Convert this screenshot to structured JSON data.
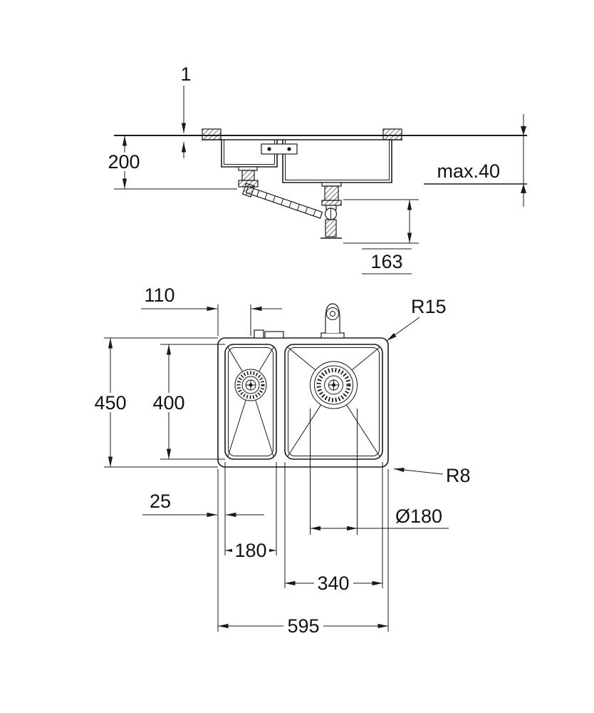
{
  "side_view": {
    "rim_thickness": "1",
    "bowl_depth": "200",
    "countertop_thickness": "max.40",
    "drain_height": "163"
  },
  "plan_view": {
    "drain_offset": "110",
    "corner_radius_inner": "R15",
    "overall_depth": "450",
    "inner_depth": "400",
    "corner_radius_outer": "R8",
    "edge_offset": "25",
    "drain_diameter": "Ø180",
    "left_bowl_width": "180",
    "right_bowl_width": "340",
    "overall_width": "595"
  }
}
